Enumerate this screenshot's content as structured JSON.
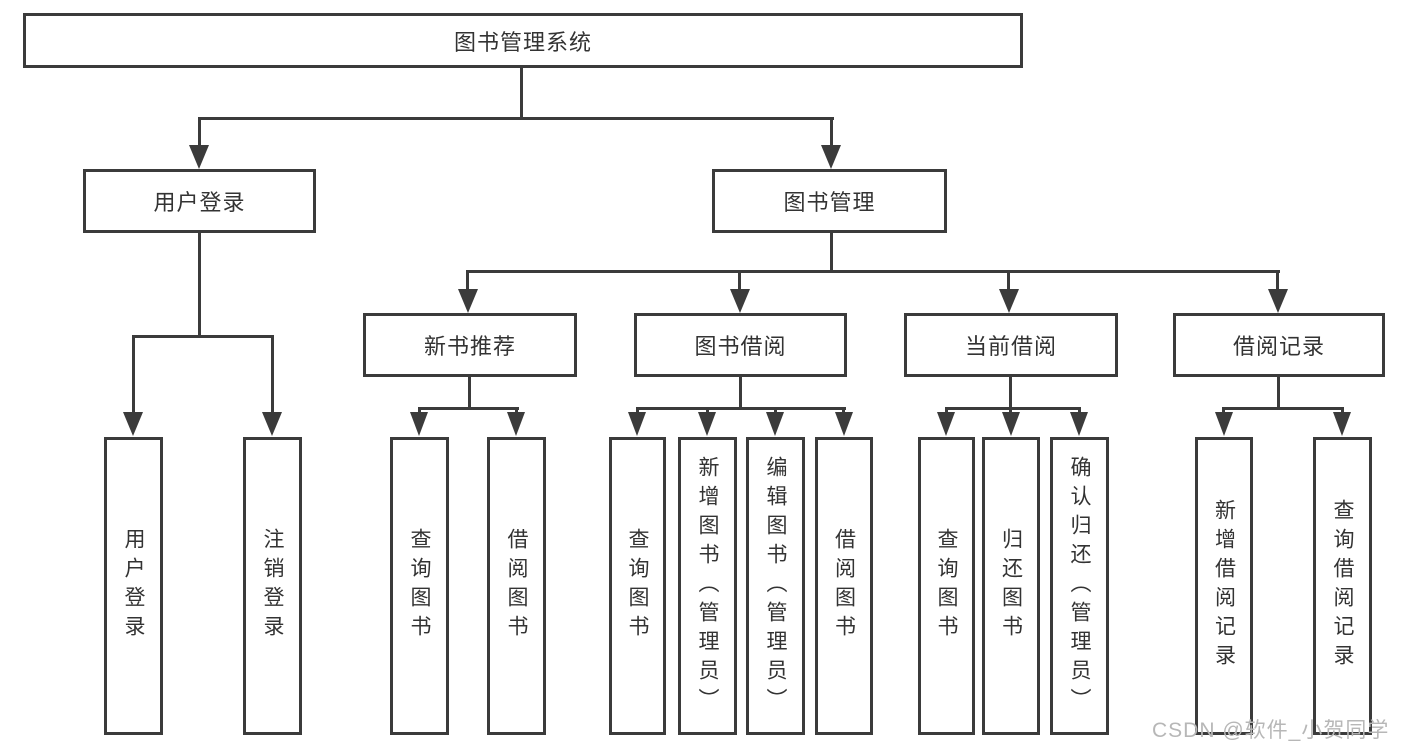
{
  "diagram": {
    "tree": {
      "root": {
        "label": "图书管理系统",
        "children": [
          {
            "label": "用户登录",
            "children": [
              {
                "label": "用户登录"
              },
              {
                "label": "注销登录"
              }
            ]
          },
          {
            "label": "图书管理",
            "children": [
              {
                "label": "新书推荐",
                "children": [
                  {
                    "label": "查询图书"
                  },
                  {
                    "label": "借阅图书"
                  }
                ]
              },
              {
                "label": "图书借阅",
                "children": [
                  {
                    "label": "查询图书"
                  },
                  {
                    "label": "新增图书（管理员）"
                  },
                  {
                    "label": "编辑图书（管理员）"
                  },
                  {
                    "label": "借阅图书"
                  }
                ]
              },
              {
                "label": "当前借阅",
                "children": [
                  {
                    "label": "查询图书"
                  },
                  {
                    "label": "归还图书"
                  },
                  {
                    "label": "确认归还（管理员）"
                  }
                ]
              },
              {
                "label": "借阅记录",
                "children": [
                  {
                    "label": "新增借阅记录"
                  },
                  {
                    "label": "查询借阅记录"
                  }
                ]
              }
            ]
          }
        ]
      }
    },
    "colors": {
      "line": "#3b3b3b",
      "text": "#333333",
      "box_bg": "#ffffff",
      "watermark": "#b7b7b7"
    }
  },
  "watermark": {
    "text": "CSDN @软件_小贺同学"
  }
}
